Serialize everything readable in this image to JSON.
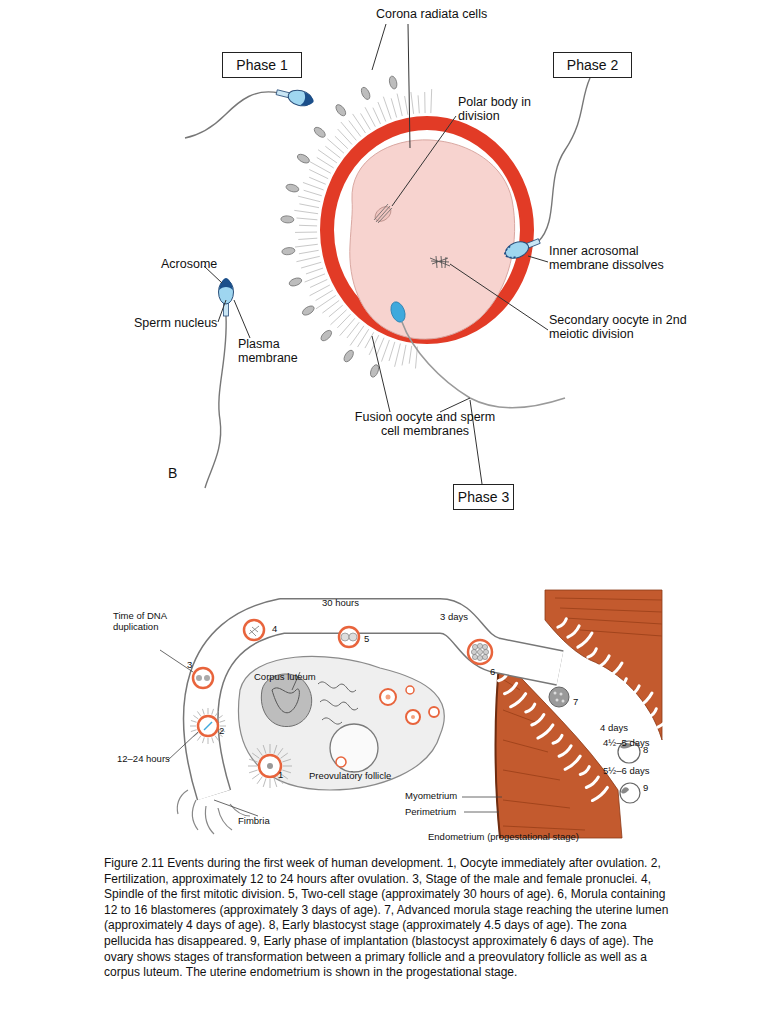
{
  "diagram": {
    "caption": "Figure 2.11 Events during the first week of human development. 1, Oocyte immediately after ovulation. 2, Fertilization, approximately 12 to 24 hours after ovulation. 3, Stage of the male and female pronuclei. 4, Spindle of the first mitotic division. 5, Two-cell stage (approximately 30 hours of age). 6, Morula containing 12 to 16 blastomeres (approximately 3 days of age). 7, Advanced morula stage reaching the uterine lumen (approximately 4 days of age). 8, Early blastocyst stage (approximately 4.5 days of age). The zona pellucida has disappeared. 9, Early phase of implantation (blastocyst approximately 6 days of age). The ovary shows stages of transformation between a primary follicle and a preovulatory follicle as well as a corpus luteum. The uterine endometrium is shown in the progestational stage.",
    "nodes": [
      {
        "text": [
          "Phase 1"
        ]
      },
      {
        "text": [
          "Phase 2"
        ]
      },
      {
        "text": [
          "Phase 3"
        ]
      }
    ],
    "labels": [
      "Corona radiata cells",
      "Polar body in division",
      "Acrosome",
      "Inner acrosomal membrane dissolves",
      "Sperm nucleus",
      "Plasma membrane",
      "Secondary oocyte in 2nd meiotic division",
      "Fusion oocyte and sperm cell membranes",
      "B",
      "Time of DNA duplication",
      "30 hours",
      "3 days",
      "4",
      "5",
      "3",
      "6",
      "Corpus luteum",
      "2",
      "7",
      "4 days",
      "4½–5 days",
      "8",
      "12–24 hours",
      "1",
      "Preovulatory follicle",
      "5½–6 days",
      "9",
      "Myometrium",
      "Perimetrium",
      "Fimbria",
      "Endometrium (progestational stage)"
    ]
  }
}
